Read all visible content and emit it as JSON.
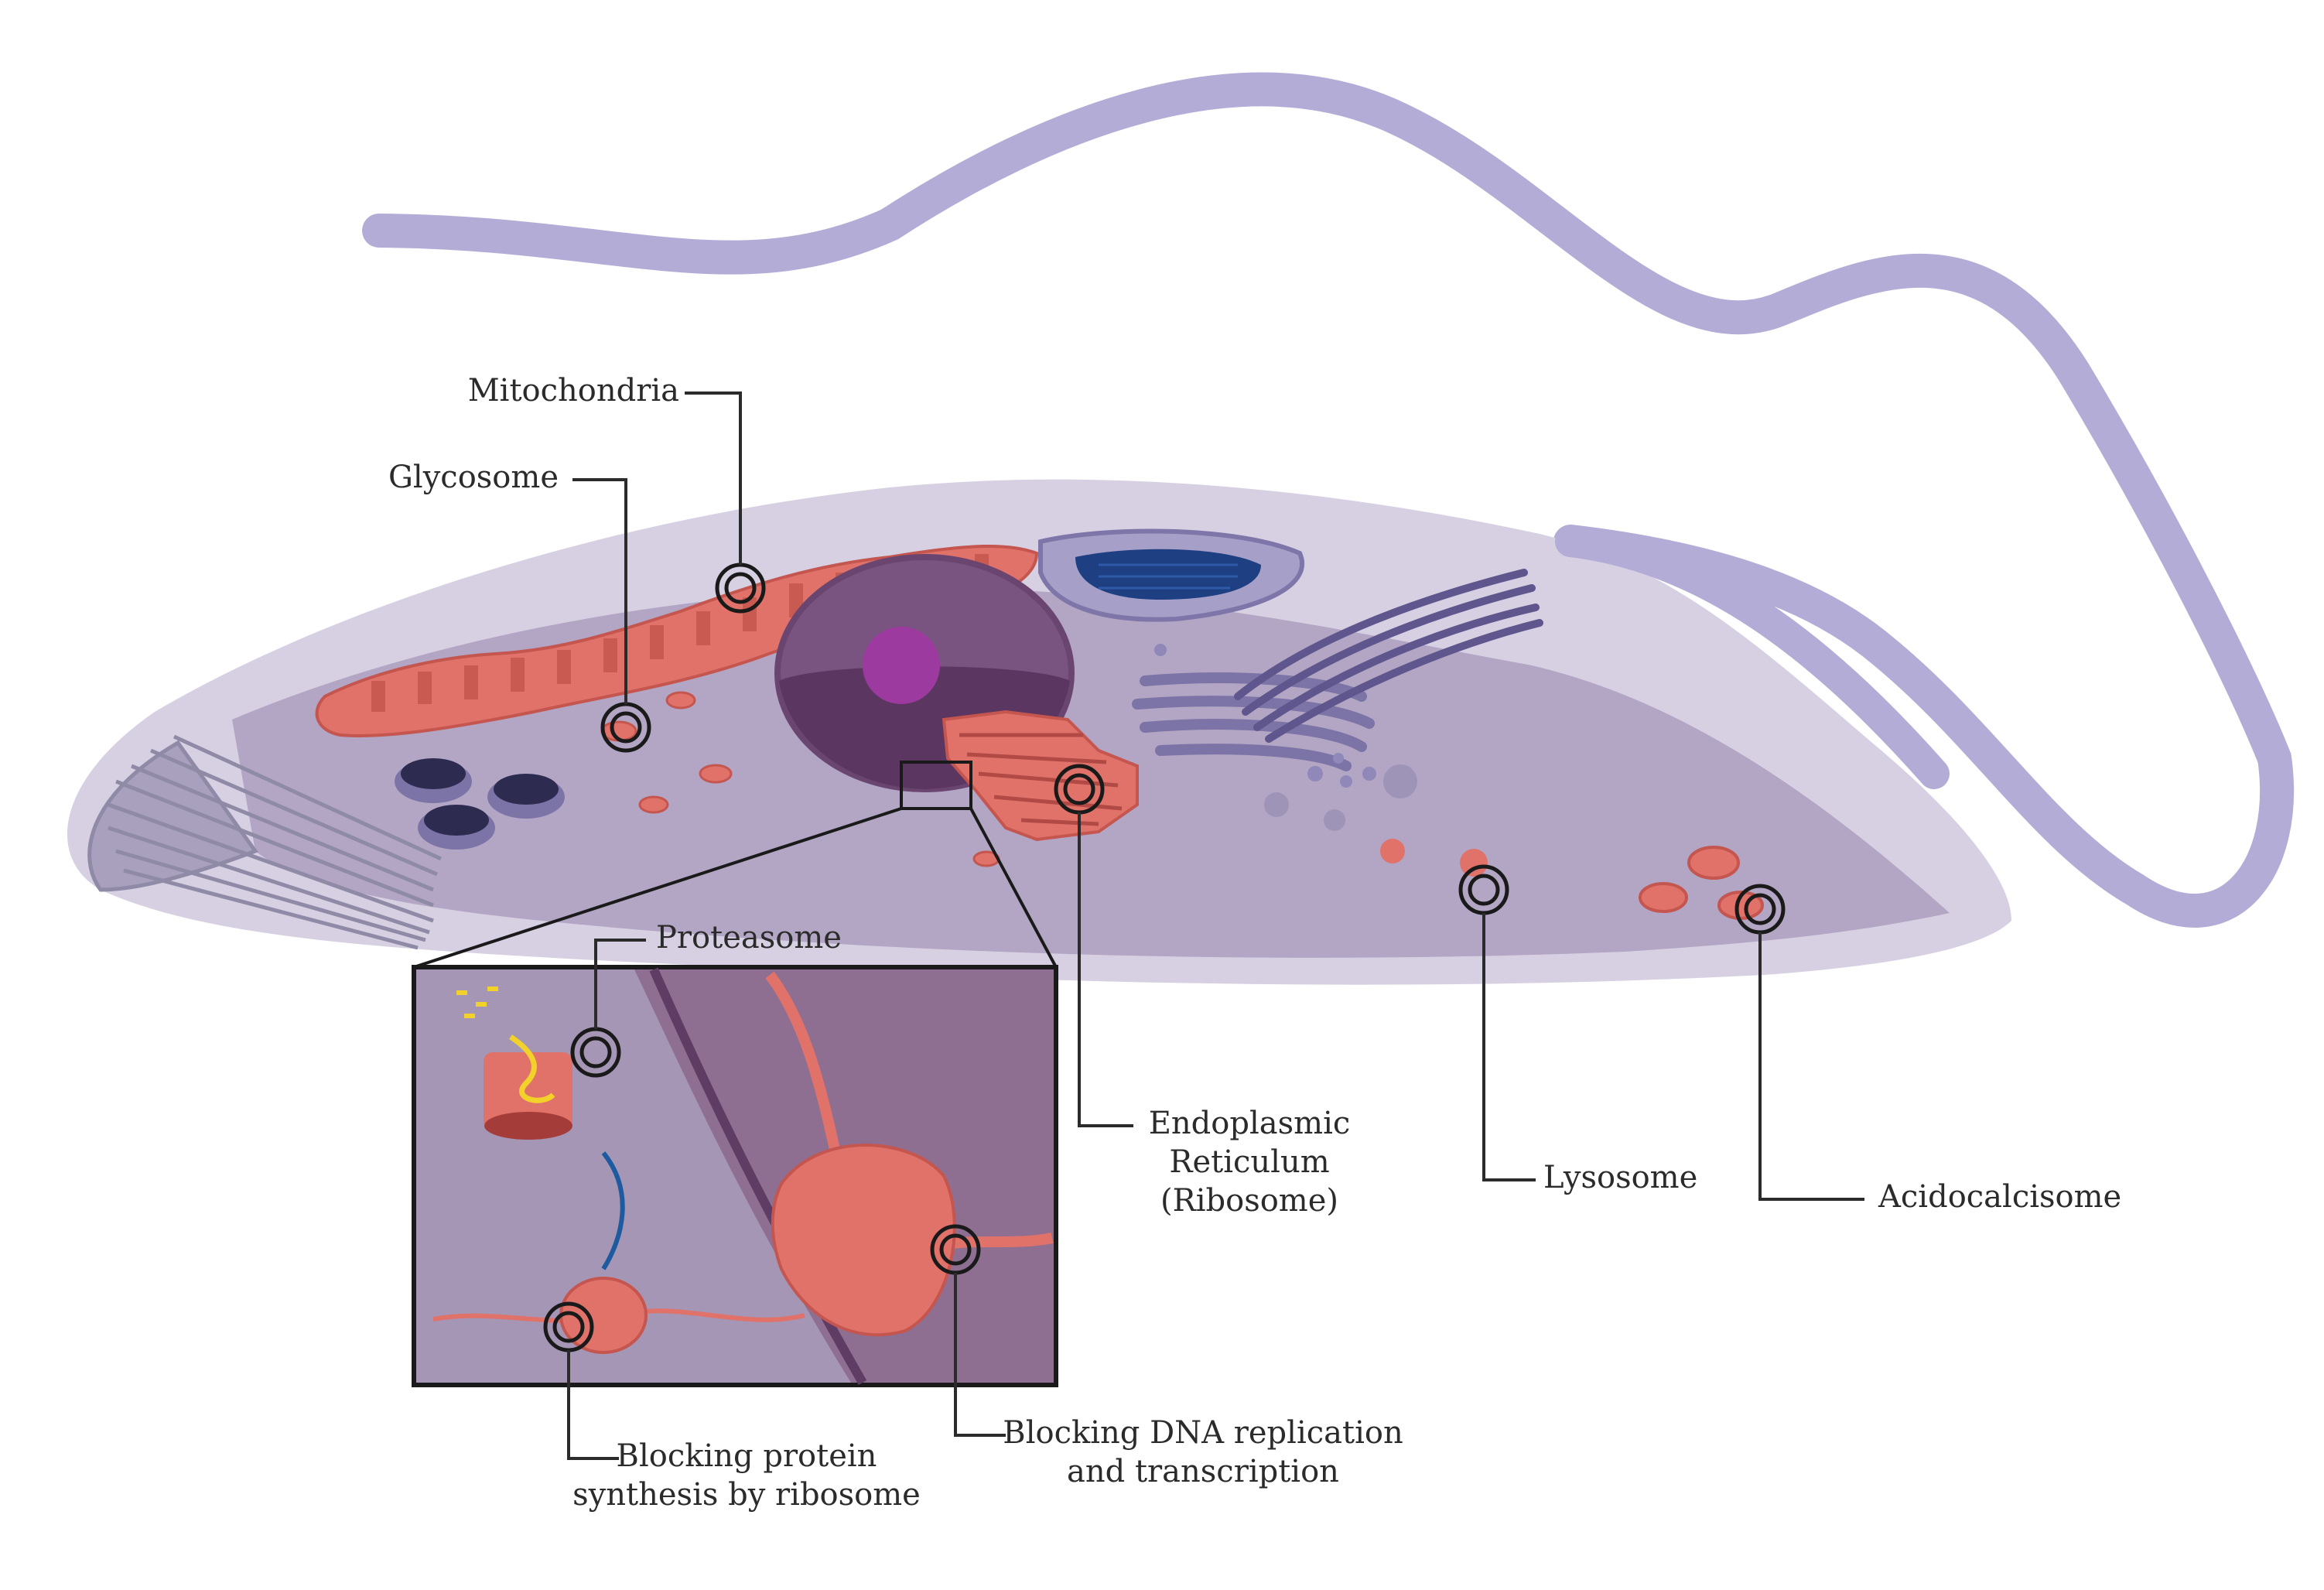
{
  "labels": {
    "mitochondria": "Mitochondria",
    "glycosome": "Glycosome",
    "proteasome": "Proteasome",
    "er_line1": "Endoplasmic",
    "er_line2": "Reticulum",
    "er_line3": "(Ribosome)",
    "lysosome": "Lysosome",
    "acidocalcisome": "Acidocalcisome",
    "protein_line1": "Blocking protein",
    "protein_line2": "synthesis by ribosome",
    "dna_line1": "Blocking DNA replication",
    "dna_line2": "and transcription"
  },
  "colors": {
    "flagellum": "#b3acd6",
    "cell_body": "#d7d0e3",
    "cytoplasm": "#b2a6c4",
    "organelle": "#e0726a",
    "nucleus": "#7a5480",
    "nucleolus": "#9c3aa0",
    "kinetoplast": "#1e3f82",
    "inset_bg": "#a596b5",
    "leader": "#2b2b2b"
  }
}
